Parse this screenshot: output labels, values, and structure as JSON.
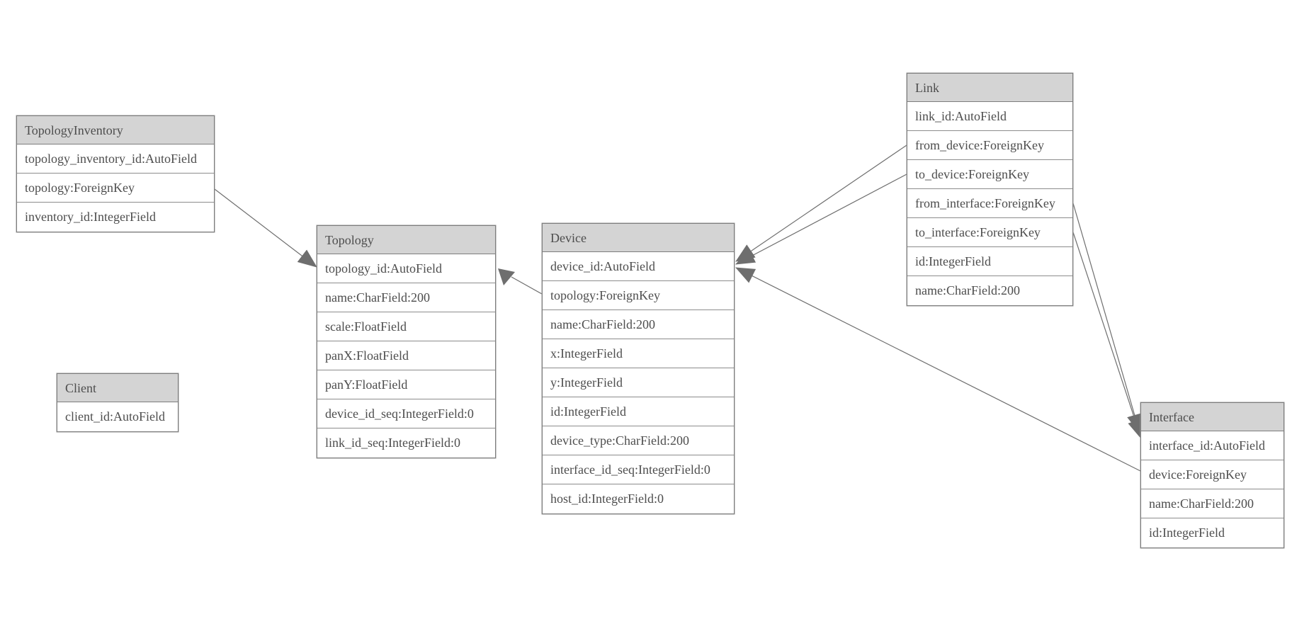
{
  "colors": {
    "background": "#ffffff",
    "header_fill": "#d4d4d4",
    "row_fill": "#ffffff",
    "border": "#7d7d7d",
    "text": "#4d4d4d",
    "edge": "#6e6e6e"
  },
  "entities": {
    "topology_inventory": {
      "title": "TopologyInventory",
      "fields": [
        "topology_inventory_id:AutoField",
        "topology:ForeignKey",
        "inventory_id:IntegerField"
      ]
    },
    "topology": {
      "title": "Topology",
      "fields": [
        "topology_id:AutoField",
        "name:CharField:200",
        "scale:FloatField",
        "panX:FloatField",
        "panY:FloatField",
        "device_id_seq:IntegerField:0",
        "link_id_seq:IntegerField:0"
      ]
    },
    "client": {
      "title": "Client",
      "fields": [
        "client_id:AutoField"
      ]
    },
    "device": {
      "title": "Device",
      "fields": [
        "device_id:AutoField",
        "topology:ForeignKey",
        "name:CharField:200",
        "x:IntegerField",
        "y:IntegerField",
        "id:IntegerField",
        "device_type:CharField:200",
        "interface_id_seq:IntegerField:0",
        "host_id:IntegerField:0"
      ]
    },
    "link": {
      "title": "Link",
      "fields": [
        "link_id:AutoField",
        "from_device:ForeignKey",
        "to_device:ForeignKey",
        "from_interface:ForeignKey",
        "to_interface:ForeignKey",
        "id:IntegerField",
        "name:CharField:200"
      ]
    },
    "interface": {
      "title": "Interface",
      "fields": [
        "interface_id:AutoField",
        "device:ForeignKey",
        "name:CharField:200",
        "id:IntegerField"
      ]
    }
  },
  "relationships": [
    {
      "from": "TopologyInventory.topology",
      "to": "Topology.topology_id"
    },
    {
      "from": "Device.topology",
      "to": "Topology.topology_id"
    },
    {
      "from": "Link.from_device",
      "to": "Device.device_id"
    },
    {
      "from": "Link.to_device",
      "to": "Device.device_id"
    },
    {
      "from": "Link.from_interface",
      "to": "Interface.interface_id"
    },
    {
      "from": "Link.to_interface",
      "to": "Interface.interface_id"
    },
    {
      "from": "Interface.device",
      "to": "Device.device_id"
    }
  ]
}
